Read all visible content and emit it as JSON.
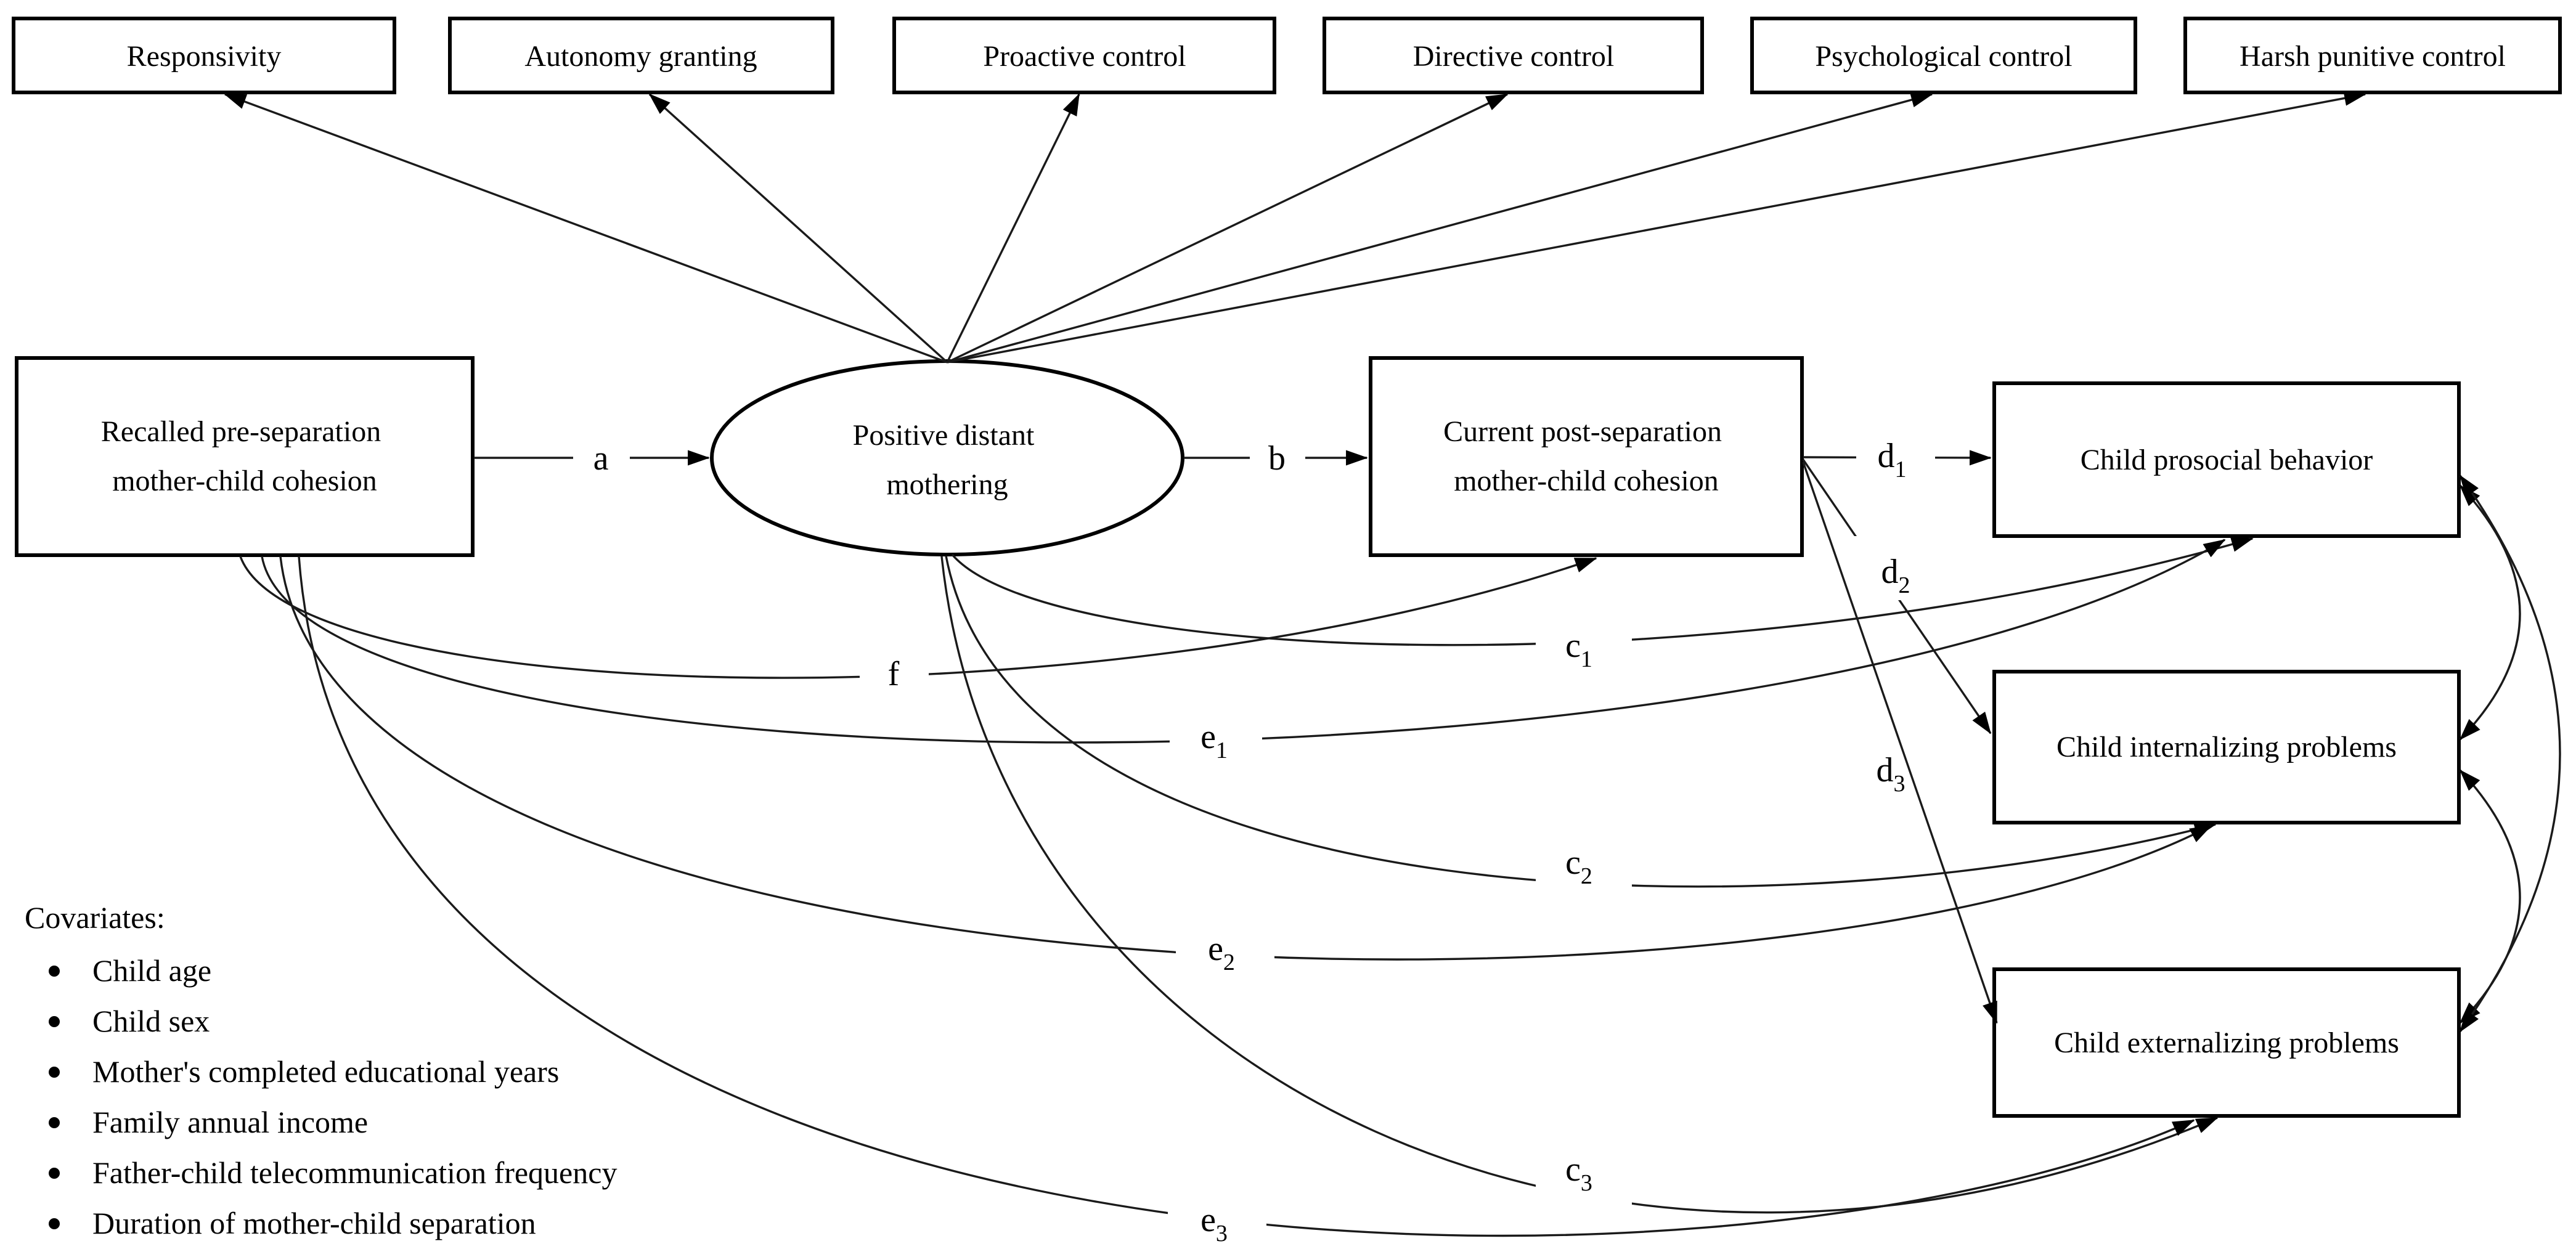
{
  "nodes": {
    "responsivity": {
      "label": "Responsivity"
    },
    "autonomy_granting": {
      "label": "Autonomy granting"
    },
    "proactive_control": {
      "label": "Proactive control"
    },
    "directive_control": {
      "label": "Directive control"
    },
    "psychological_control": {
      "label": "Psychological control"
    },
    "harsh_punitive_control": {
      "label": "Harsh punitive control"
    },
    "recalled_cohesion": {
      "line1": "Recalled pre-separation",
      "line2": "mother-child cohesion"
    },
    "positive_distant_mothering": {
      "line1": "Positive distant",
      "line2": "mothering"
    },
    "current_cohesion": {
      "line1": "Current post-separation",
      "line2": "mother-child cohesion"
    },
    "child_prosocial": {
      "label": "Child prosocial behavior"
    },
    "child_internalizing": {
      "label": "Child internalizing problems"
    },
    "child_externalizing": {
      "label": "Child externalizing problems"
    }
  },
  "path_labels": {
    "a": {
      "base": "a",
      "sub": ""
    },
    "b": {
      "base": "b",
      "sub": ""
    },
    "f": {
      "base": "f",
      "sub": ""
    },
    "c1": {
      "base": "c",
      "sub": "1"
    },
    "c2": {
      "base": "c",
      "sub": "2"
    },
    "c3": {
      "base": "c",
      "sub": "3"
    },
    "d1": {
      "base": "d",
      "sub": "1"
    },
    "d2": {
      "base": "d",
      "sub": "2"
    },
    "d3": {
      "base": "d",
      "sub": "3"
    },
    "e1": {
      "base": "e",
      "sub": "1"
    },
    "e2": {
      "base": "e",
      "sub": "2"
    },
    "e3": {
      "base": "e",
      "sub": "3"
    }
  },
  "covariates": {
    "title": "Covariates:",
    "items": [
      "Child age",
      "Child sex",
      "Mother's completed educational years",
      "Family annual income",
      "Father-child telecommunication frequency",
      "Duration of mother-child separation"
    ]
  }
}
